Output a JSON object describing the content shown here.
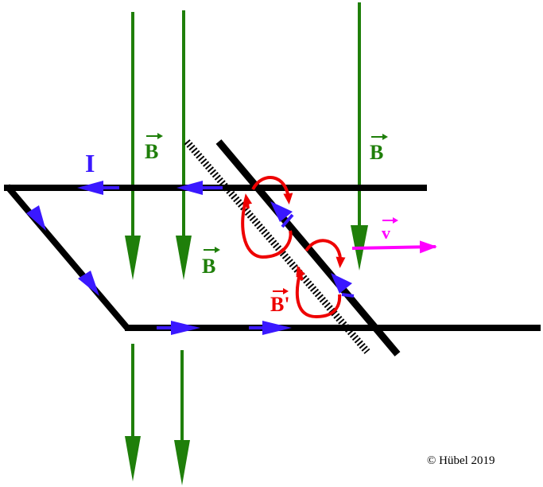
{
  "labels": {
    "current": "I",
    "field_top_left": "B",
    "field_top_right": "B",
    "field_middle": "B",
    "induced_field": "B'",
    "velocity": "v",
    "copyright": "© Hübel 2019"
  },
  "colors": {
    "rail": "#000000",
    "field": "#1f7f0a",
    "current": "#3a18ff",
    "induced_field": "#ee0000",
    "velocity": "#ff00ff"
  }
}
